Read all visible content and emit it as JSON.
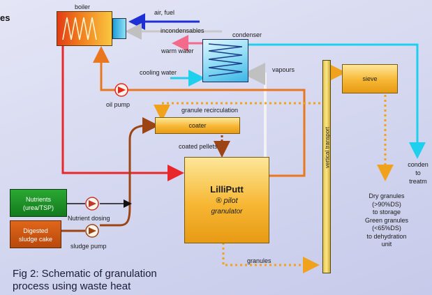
{
  "edge_title": "es",
  "nodes": {
    "boiler": "boiler",
    "condenser": "condenser",
    "sieve": "sieve",
    "coater": "coater",
    "granulator_name": "LilliPutt",
    "granulator_sub": "® pilot",
    "granulator_type": "granulator",
    "vertical_transport": "vertical transport",
    "nutrients_line1": "Nutrients",
    "nutrients_line2": "(urea/TSP)",
    "sludge_line1": "Digested",
    "sludge_line2": "sludge cake"
  },
  "labels": {
    "air_fuel": "air, fuel",
    "incondensables": "incondensables",
    "warm_water": "warm water",
    "cooling_water": "cooling water",
    "vapours": "vapours",
    "oil_pump": "oil pump",
    "granule_recirculation": "granule recirculation",
    "coated_pellets": "coated pellets",
    "nutrient_dosing": "Nutrient dosing",
    "sludge_pump": "sludge pump",
    "granules": "granules",
    "condensate_1": "conden",
    "condensate_2": "to",
    "condensate_3": "treatm"
  },
  "products": [
    "Dry granules",
    "(>90%DS)",
    "to storage",
    "Green granules",
    "(<65%DS)",
    "to dehydration",
    "unit"
  ],
  "caption_lines": [
    "Fig 2:  Schematic of granulation",
    "process using waste heat"
  ],
  "colors": {
    "hot_oil": "#e8272a",
    "oil_return": "#e8771f",
    "air_fuel": "#1e2fd6",
    "incondensables": "#c8c8c8",
    "cooling_water": "#1fd0ee",
    "vapours": "#f2f2f2",
    "granule_flow": "#f0a21c",
    "sludge": "#9c4414",
    "nutrients_box": "#1a8a23",
    "sludge_box": "#c8520f"
  }
}
